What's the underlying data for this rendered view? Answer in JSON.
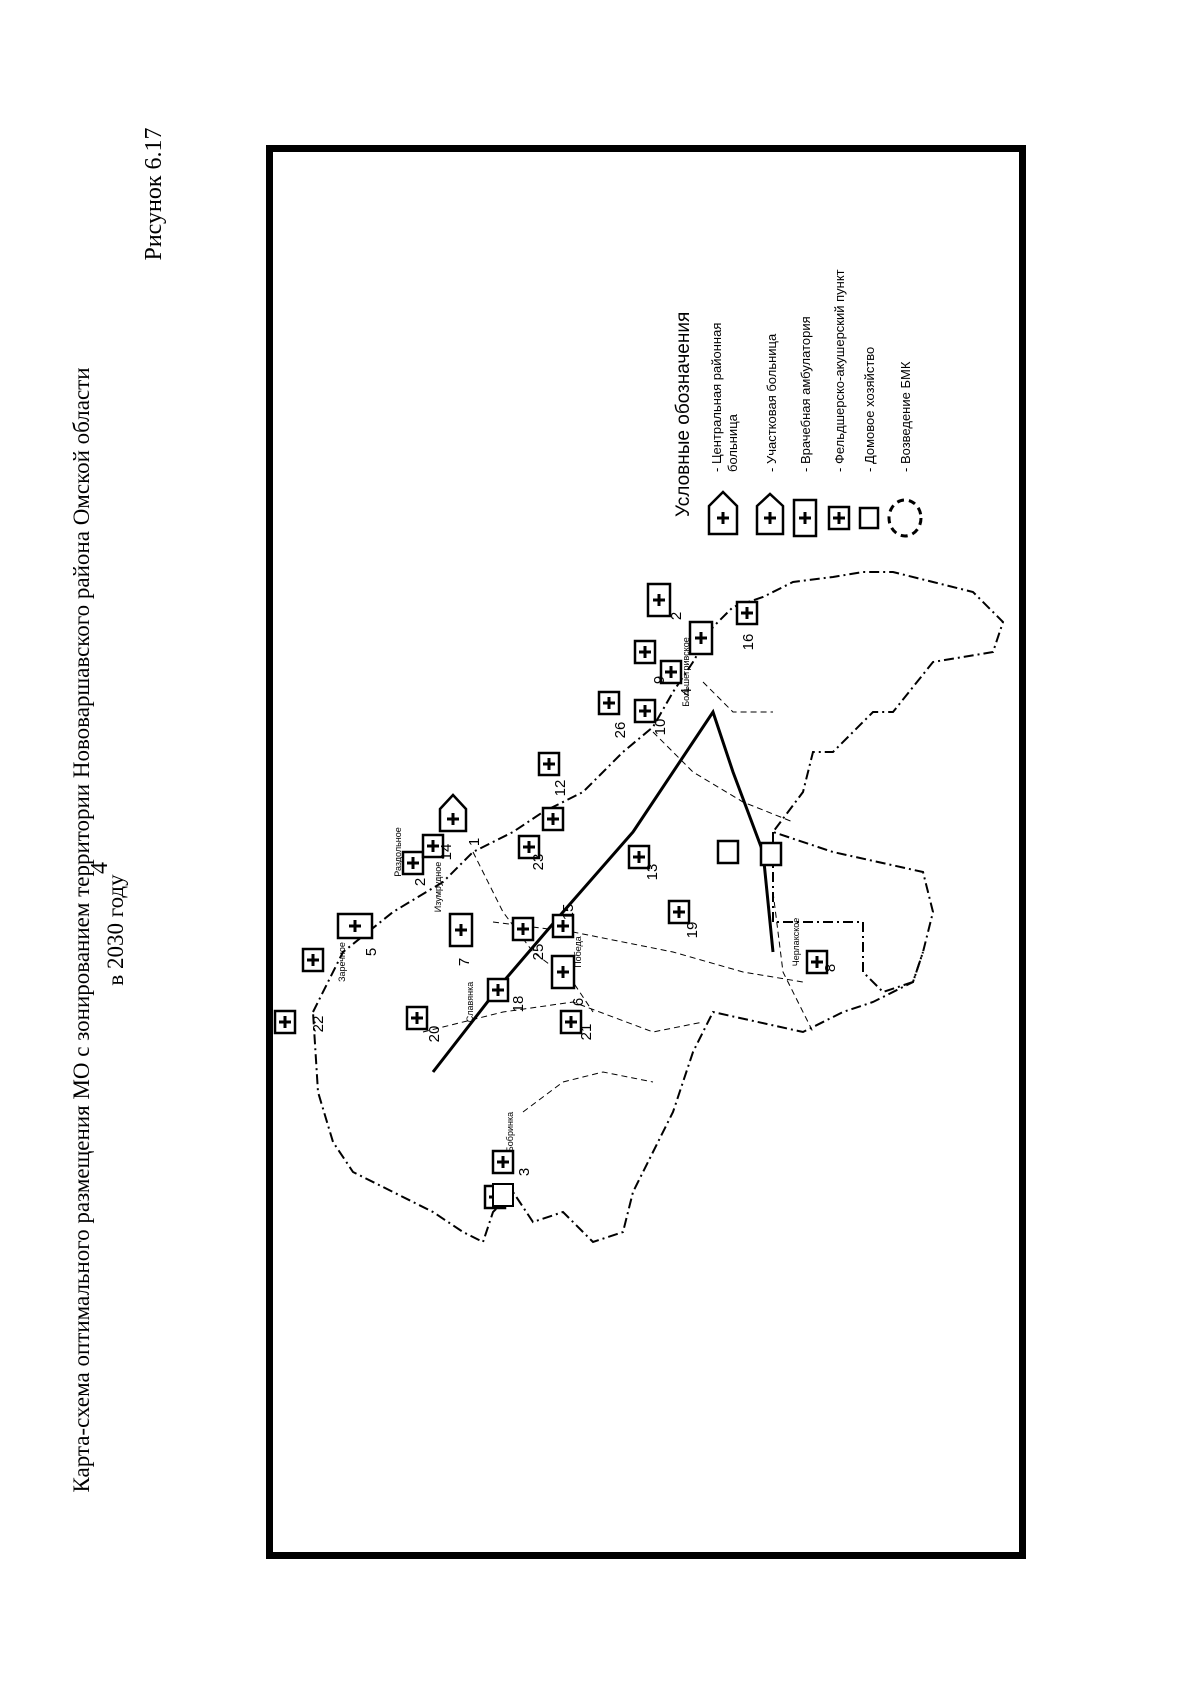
{
  "page": {
    "number": "4",
    "figure_label": "Рисунок 6.17",
    "caption_line1": "Карта-схема оптимального размещения МО с зонированием территории Нововаршавского района Омской области",
    "caption_line2": "в 2030 году"
  },
  "legend": {
    "title": "Условные обозначения",
    "items": [
      {
        "icon": "central-district-hospital-icon",
        "label_lines": [
          "- Центральная районная",
          "больница"
        ]
      },
      {
        "icon": "district-hospital-icon",
        "label_lines": [
          "- Участковая больница"
        ]
      },
      {
        "icon": "outpatient-clinic-icon",
        "label_lines": [
          "- Врачебная амбулатория"
        ]
      },
      {
        "icon": "feldsher-obstetric-point-icon",
        "label_lines": [
          "- Фельдшерско-акушерский пункт"
        ]
      },
      {
        "icon": "household-icon",
        "label_lines": [
          "- Домовое хозяйство"
        ]
      },
      {
        "icon": "bmk-construction-icon",
        "label_lines": [
          "- Возведение БМК"
        ]
      }
    ]
  },
  "map": {
    "site_numbers": [
      "22",
      "5",
      "2",
      "14",
      "1",
      "20",
      "7",
      "18",
      "3",
      "25",
      "15",
      "23",
      "6",
      "21",
      "12",
      "13",
      "19",
      "26",
      "10",
      "9",
      "4",
      "2",
      "16",
      "8"
    ],
    "place_names": [
      "Заречное",
      "Раздольное",
      "Изумрудное",
      "Славянка",
      "Бобринка",
      "Победа",
      "Черлакское",
      "Большегривское"
    ]
  }
}
